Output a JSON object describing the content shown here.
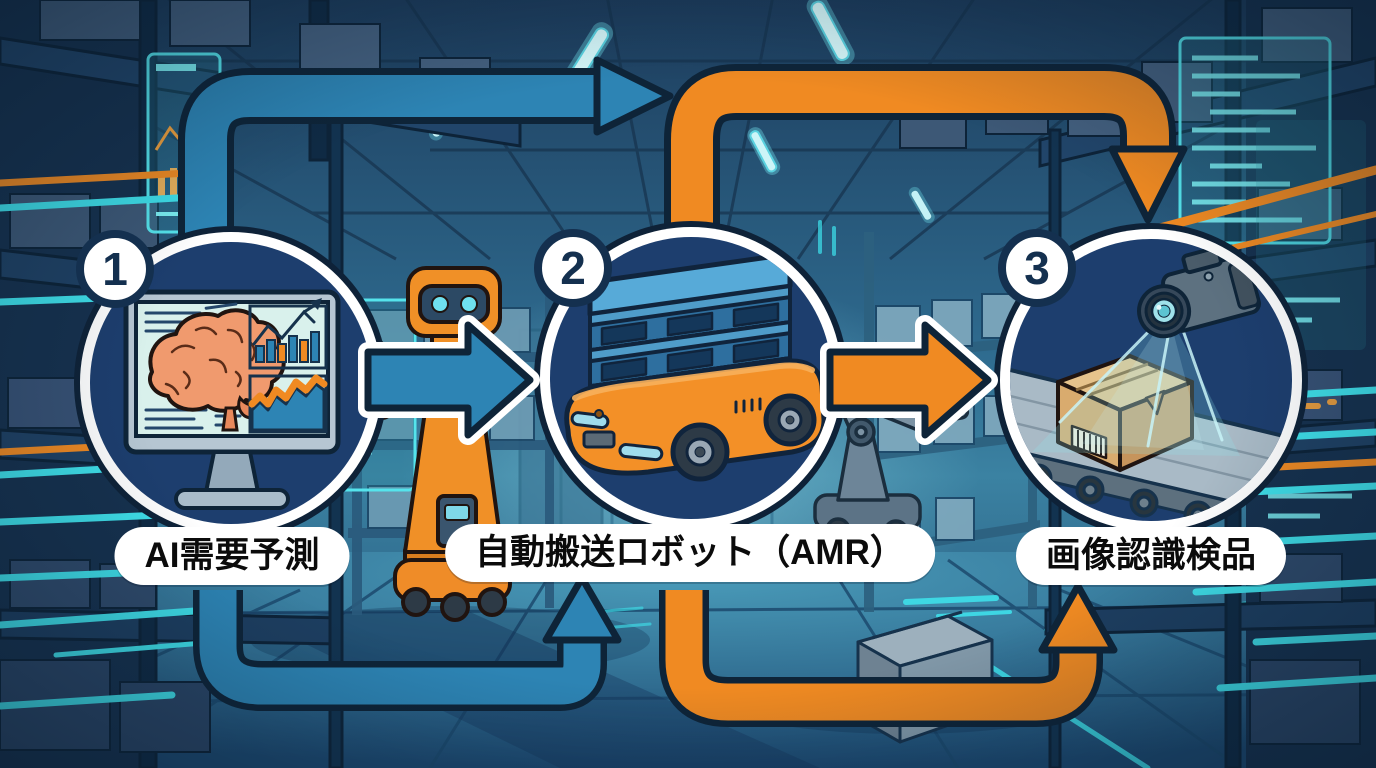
{
  "steps": [
    {
      "number": "1",
      "label": "AI需要予測",
      "icon": "monitor-brain-analytics-icon"
    },
    {
      "number": "2",
      "label": "自動搬送ロボット（AMR）",
      "icon": "amr-robot-pallet-stack-icon"
    },
    {
      "number": "3",
      "label": "画像認識検品",
      "icon": "camera-box-conveyor-icon"
    }
  ],
  "flow": {
    "forward_arrows": [
      {
        "from_step": "1",
        "to_step": "2",
        "color": "#2d84b4",
        "paths": [
          "top-loop",
          "middle-straight"
        ]
      },
      {
        "from_step": "2",
        "to_step": "3",
        "color": "#f08a22",
        "paths": [
          "top-loop",
          "middle-straight"
        ]
      }
    ],
    "return_arrows": [
      {
        "from_step": "1",
        "to_step": "2",
        "color": "#2d84b4",
        "paths": [
          "bottom-loop"
        ]
      },
      {
        "from_step": "2",
        "to_step": "3",
        "color": "#f08a22",
        "paths": [
          "bottom-loop"
        ]
      }
    ]
  },
  "colors": {
    "arrow_blue": "#2d84b4",
    "arrow_orange": "#f08a22",
    "circle_fill": "#1d3e6e",
    "ring_white": "#ffffff",
    "ink_outline": "#0e2438",
    "scene_cyan": "#3fe0ea",
    "label_background": "#ffffff",
    "label_text": "#0b0b0b"
  },
  "scene": {
    "setting": "warehouse-interior-illustration"
  }
}
